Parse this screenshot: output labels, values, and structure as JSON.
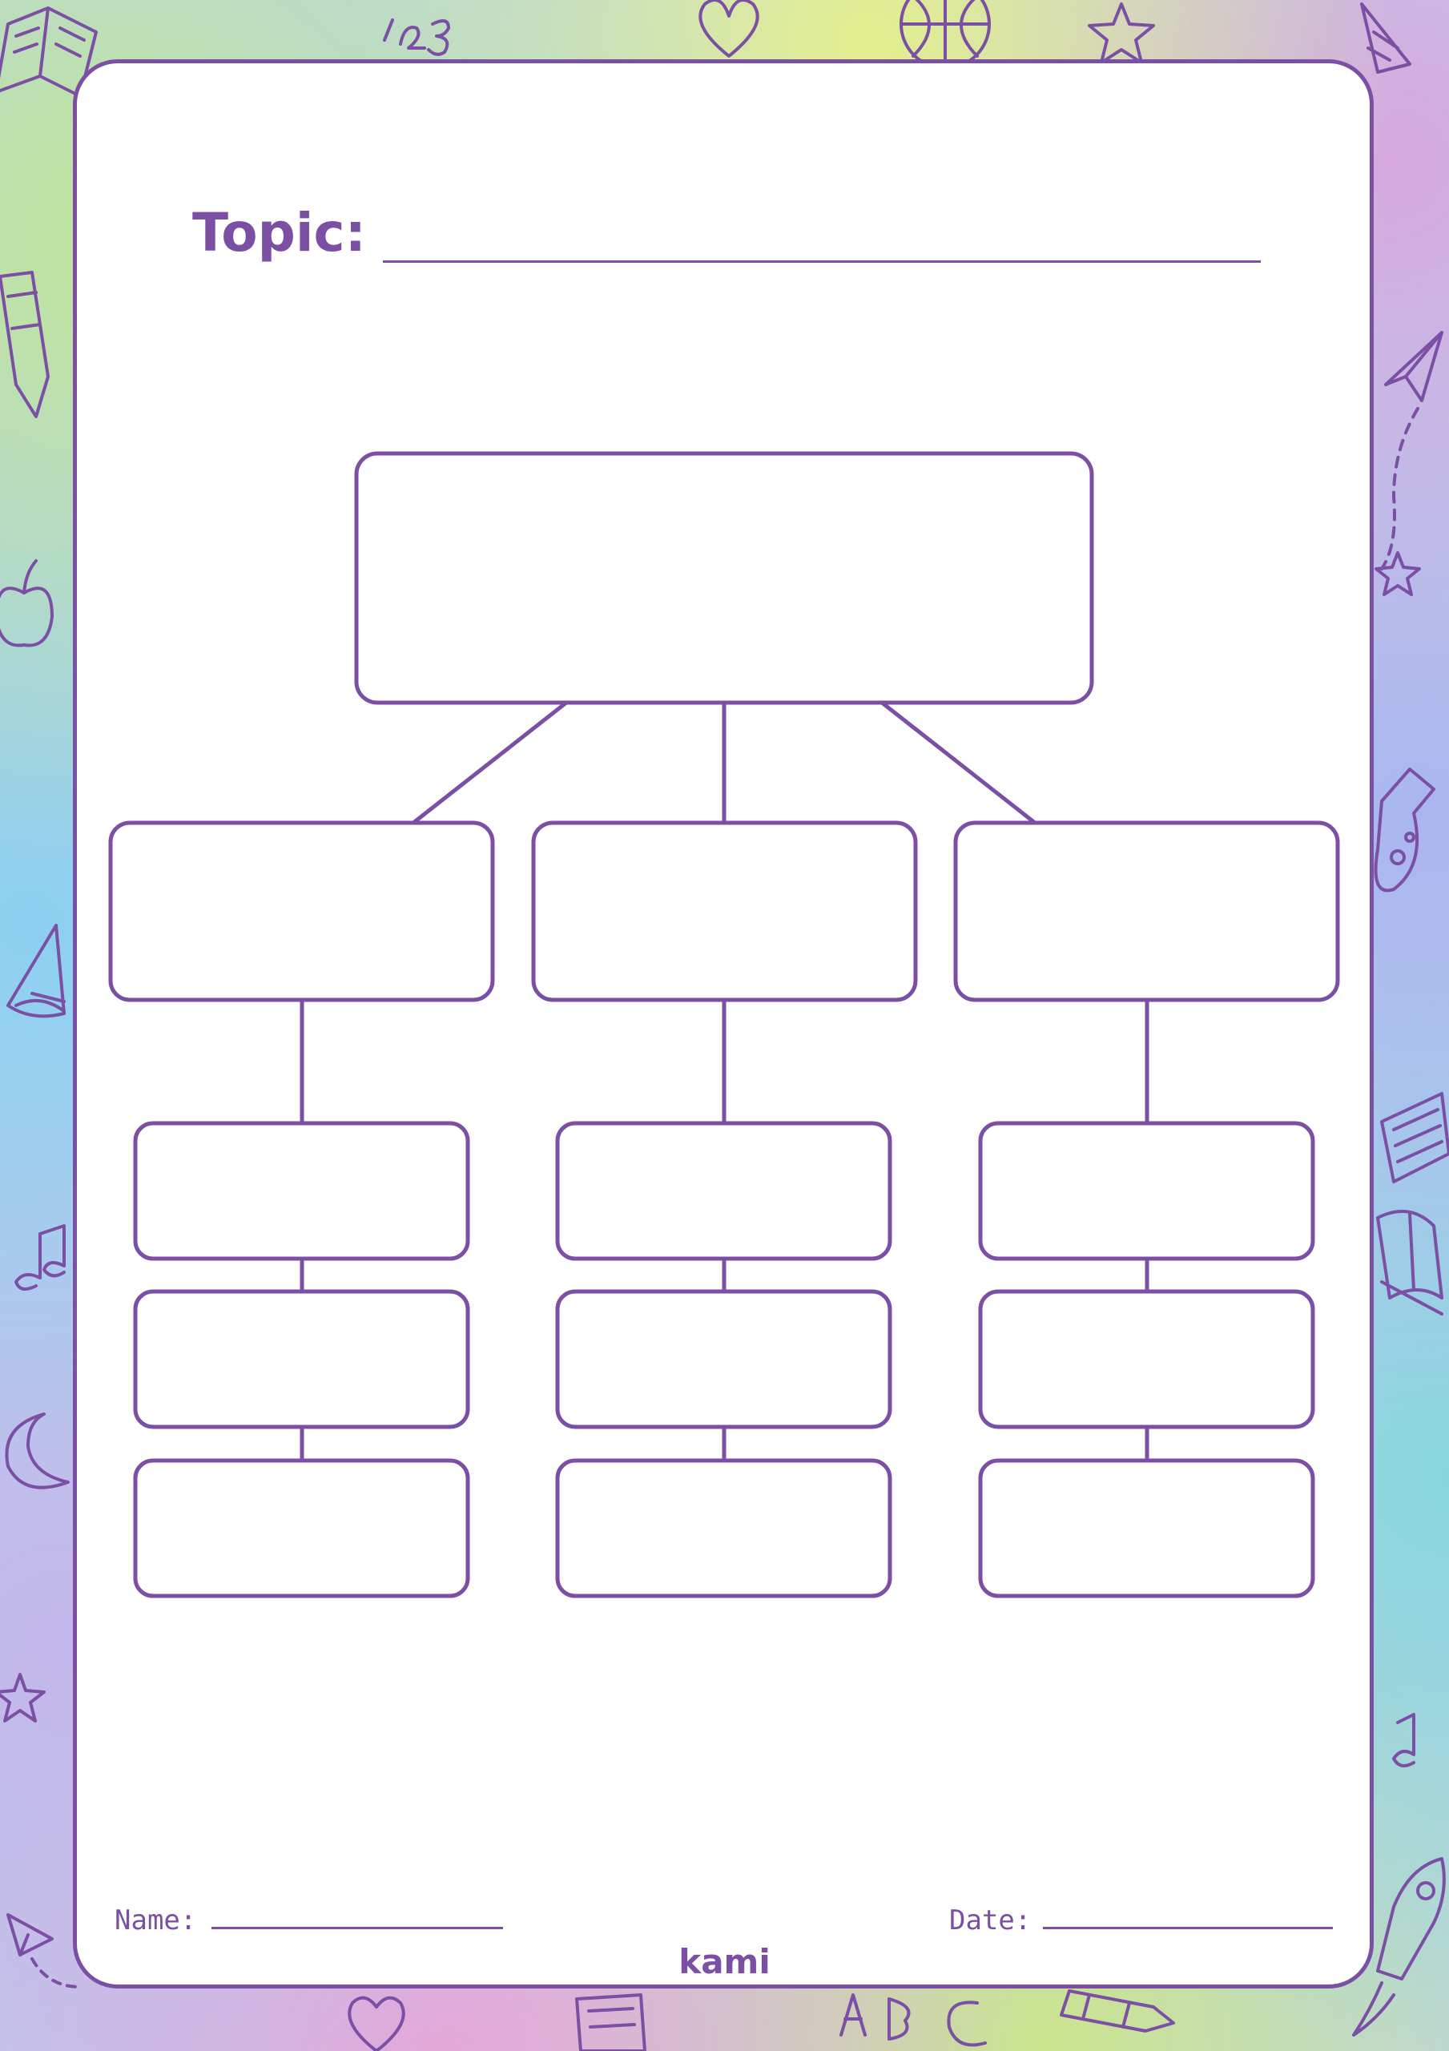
{
  "worksheet": {
    "topic_label": "Topic:",
    "name_label": "Name:",
    "date_label": "Date:",
    "brand": "kami"
  },
  "colors": {
    "accent": "#7b4fa4",
    "card": "#ffffff"
  },
  "diagram": {
    "root_box": "empty",
    "branches": [
      {
        "box": "empty",
        "children": [
          "empty",
          "empty",
          "empty"
        ]
      },
      {
        "box": "empty",
        "children": [
          "empty",
          "empty",
          "empty"
        ]
      },
      {
        "box": "empty",
        "children": [
          "empty",
          "empty",
          "empty"
        ]
      }
    ]
  },
  "decorations": [
    "open-book-icon",
    "numbers-icon",
    "heart-icon",
    "basketball-icon",
    "star-icon",
    "pencil-icon",
    "paper-plane-icon",
    "apple-icon",
    "flask-icon",
    "cone-icon",
    "music-note-icon",
    "moon-icon",
    "rocket-icon",
    "crayon-icon",
    "letters-icon",
    "notebook-icon"
  ]
}
